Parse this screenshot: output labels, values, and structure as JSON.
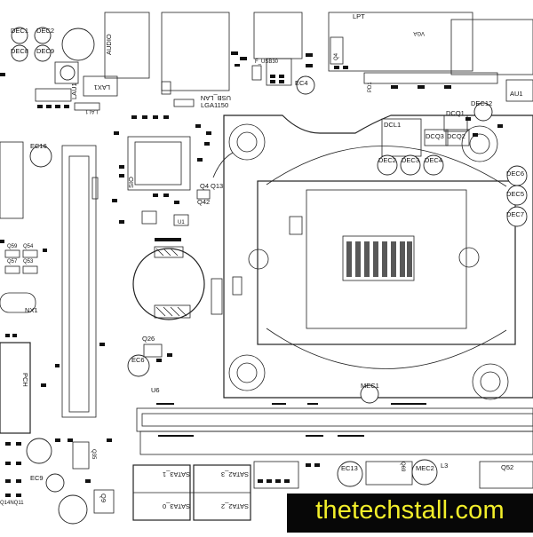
{
  "labels": {
    "dec1": "DEC1",
    "dec2": "DEC2",
    "dec8": "DEC8",
    "dec9": "DEC9",
    "audio": "AUDIO",
    "lau1": "LAU1",
    "lax1": "LAX1",
    "lal1": "LAL1",
    "usb_lan": "USB_LAN",
    "lga1150": "LGA1150",
    "f_usb30": "F_USB30",
    "ec4": "EC4",
    "q4x": "Q4",
    "lpt": "LPT",
    "vga": "VGA",
    "pd1": "PD1",
    "au1": "AU1",
    "dcl1": "DCL1",
    "dcq1": "DCQ1",
    "dcq2": "DCQ2",
    "dcq3": "DCQ3",
    "dec12": "DEC12",
    "dec2r": "DEC2",
    "dec3": "DEC3",
    "dec4": "DEC4",
    "dec5": "DEC5",
    "dec6": "DEC6",
    "dec7": "DEC7",
    "ec16": "EC16",
    "sio": "SIO",
    "q4": "Q4",
    "q13": "Q13",
    "q42": "Q42",
    "u1": "U1",
    "q59": "Q59",
    "q54": "Q54",
    "q57": "Q57",
    "q53": "Q53",
    "nx1": "NX1",
    "pch": "PCH",
    "q26": "Q26",
    "ec6": "EC6",
    "u6": "U6",
    "mec1": "MEC1",
    "q35": "Q35",
    "ec9": "EC9",
    "q14": "Q14NQ11",
    "sata3_1": "SATA3_1",
    "sata2_3": "SATA2_3",
    "sata3_0": "SATA3_0",
    "sata2_2": "SATA2_2",
    "ec13": "EC13",
    "q69": "Q69",
    "mec2": "MEC2",
    "l3": "L3",
    "q52": "Q52",
    "q9": "Q9"
  },
  "watermark": "thetechstall.com",
  "colors": {
    "ink": "#222222",
    "background": "#ffffff",
    "watermark_bg": "#070707",
    "watermark_text": "#f2ee2a"
  }
}
